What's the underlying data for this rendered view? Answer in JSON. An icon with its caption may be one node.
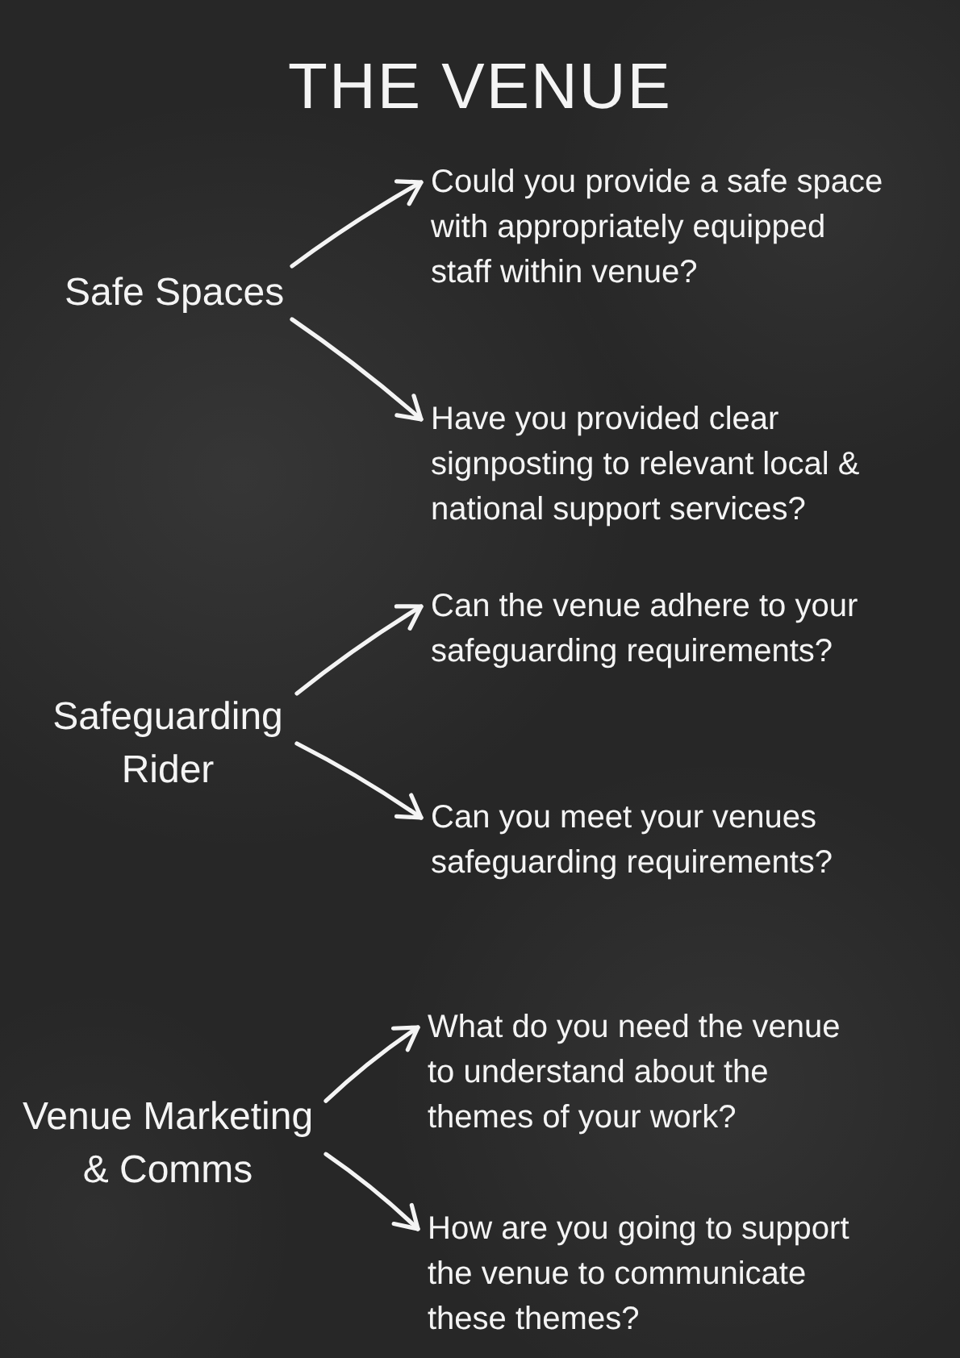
{
  "diagram": {
    "title": "THE VENUE",
    "nodes": [
      {
        "text": [
          "Safe Spaces"
        ]
      },
      {
        "text": [
          "Could you provide a safe space with appropriately equipped staff within venue?"
        ]
      },
      {
        "text": [
          "Have you provided clear signposting to relevant local & national support services?"
        ]
      },
      {
        "text": [
          "Safeguarding Rider"
        ]
      },
      {
        "text": [
          "Can the venue adhere to your safeguarding requirements?"
        ]
      },
      {
        "text": [
          "Can you meet your venues safeguarding requirements?"
        ]
      },
      {
        "text": [
          "Venue Marketing & Comms"
        ]
      },
      {
        "text": [
          "What do you need the venue to understand about the themes of your work?"
        ]
      },
      {
        "text": [
          "How are you going to support the venue to communicate these themes?"
        ]
      }
    ],
    "edges": [
      {
        "from": 0,
        "to": 1,
        "arrow": "to"
      },
      {
        "from": 0,
        "to": 2,
        "arrow": "to"
      },
      {
        "from": 3,
        "to": 4,
        "arrow": "to"
      },
      {
        "from": 3,
        "to": 5,
        "arrow": "to"
      },
      {
        "from": 6,
        "to": 7,
        "arrow": "to"
      },
      {
        "from": 6,
        "to": 8,
        "arrow": "to"
      }
    ]
  }
}
